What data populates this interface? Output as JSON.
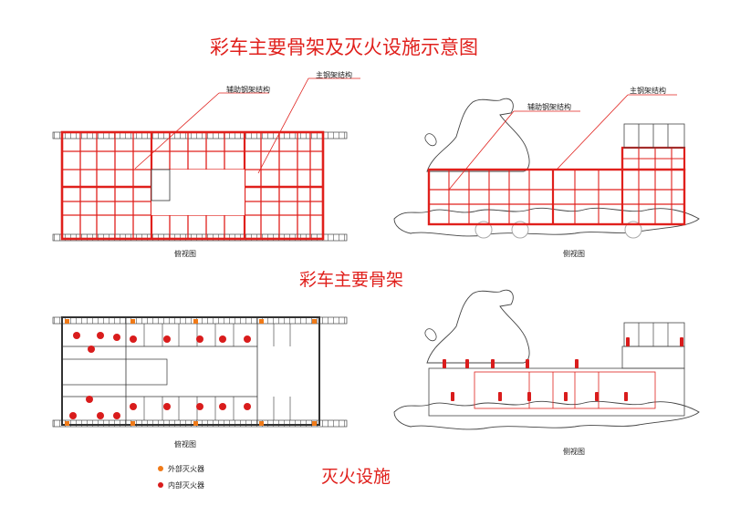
{
  "title": "彩车主要骨架及灭火设施示意图",
  "frame_section": {
    "heading": "彩车主要骨架",
    "top_view": {
      "caption": "俯视图",
      "callout_aux": "辅助钢架结构",
      "callout_main": "主钢架结构"
    },
    "side_view": {
      "caption": "侧视图",
      "callout_aux": "辅助钢架结构",
      "callout_main": "主钢架结构"
    }
  },
  "fire_section": {
    "heading": "灭火设施",
    "top_view_caption": "俯视图",
    "side_view_caption": "侧视图",
    "legend": [
      {
        "label": "外部灭火器",
        "color": "#f07a18"
      },
      {
        "label": "内部灭火器",
        "color": "#d91c1c"
      }
    ]
  },
  "colors": {
    "accent": "#e0201c",
    "frame_red": "#e0201c",
    "outline": "#333333",
    "external_extinguisher": "#f07a18",
    "internal_extinguisher": "#d91c1c"
  }
}
